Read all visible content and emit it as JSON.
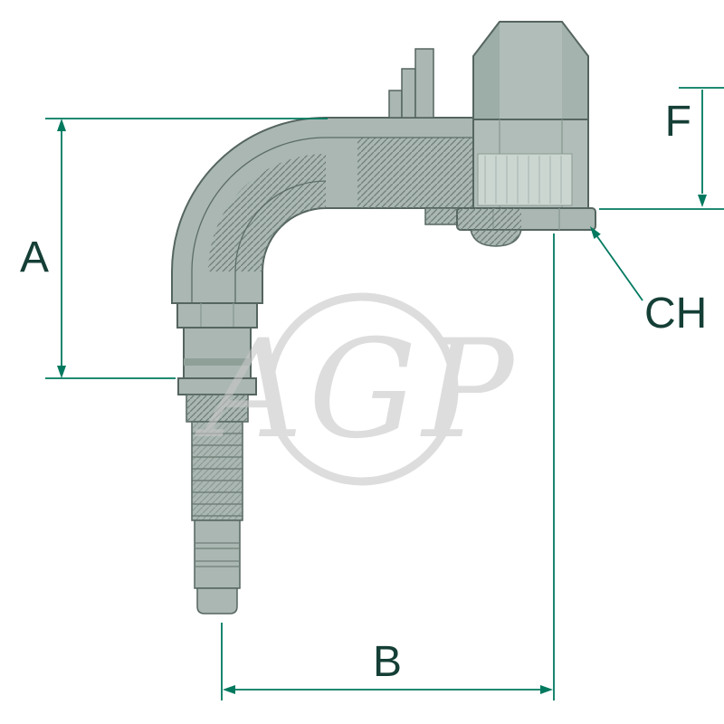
{
  "drawing": {
    "subject": "90-degree elbow hose fitting with female swivel nut and barbed hose tail",
    "colors": {
      "body": "#aab7b2",
      "body_light": "#b1bdb8",
      "body_dark": "#55655f",
      "hatch": "#6e7e78",
      "dimension_line": "#00795f",
      "label_text": "#153f36",
      "watermark": "#c8c8c8",
      "background": "#ffffff"
    },
    "dimensions": {
      "a": {
        "label": "A"
      },
      "b": {
        "label": "B"
      },
      "f": {
        "label": "F"
      },
      "ch": {
        "label": "CH"
      }
    },
    "watermark": {
      "text": "AGP"
    }
  }
}
